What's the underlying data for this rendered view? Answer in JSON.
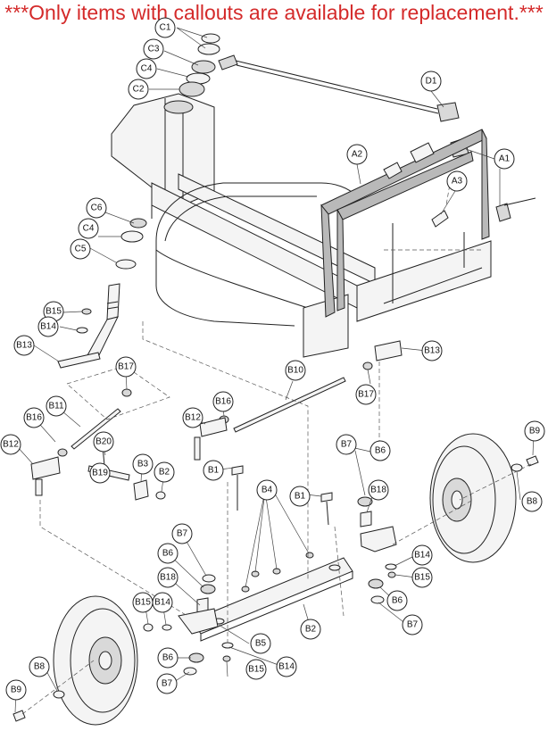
{
  "notice": "***Only items with callouts are available for replacement.***",
  "colors": {
    "notice": "#d42a2a",
    "line": "#222222",
    "belt": "#b9b9b9"
  },
  "callouts": [
    "C1",
    "C3",
    "C4",
    "C2",
    "D1",
    "A2",
    "A1",
    "A3",
    "C6",
    "C4",
    "C5",
    "B15",
    "B14",
    "B13",
    "B17",
    "B10",
    "B13",
    "B17",
    "B16",
    "B11",
    "B12",
    "B12",
    "B16",
    "B20",
    "B19",
    "B3",
    "B2",
    "B1",
    "B7",
    "B6",
    "B18",
    "B9",
    "B8",
    "B1",
    "B4",
    "B7",
    "B6",
    "B18",
    "B14",
    "B15",
    "B6",
    "B7",
    "B15",
    "B14",
    "B5",
    "B2",
    "B6",
    "B14",
    "B15",
    "B7",
    "B8",
    "B9"
  ]
}
